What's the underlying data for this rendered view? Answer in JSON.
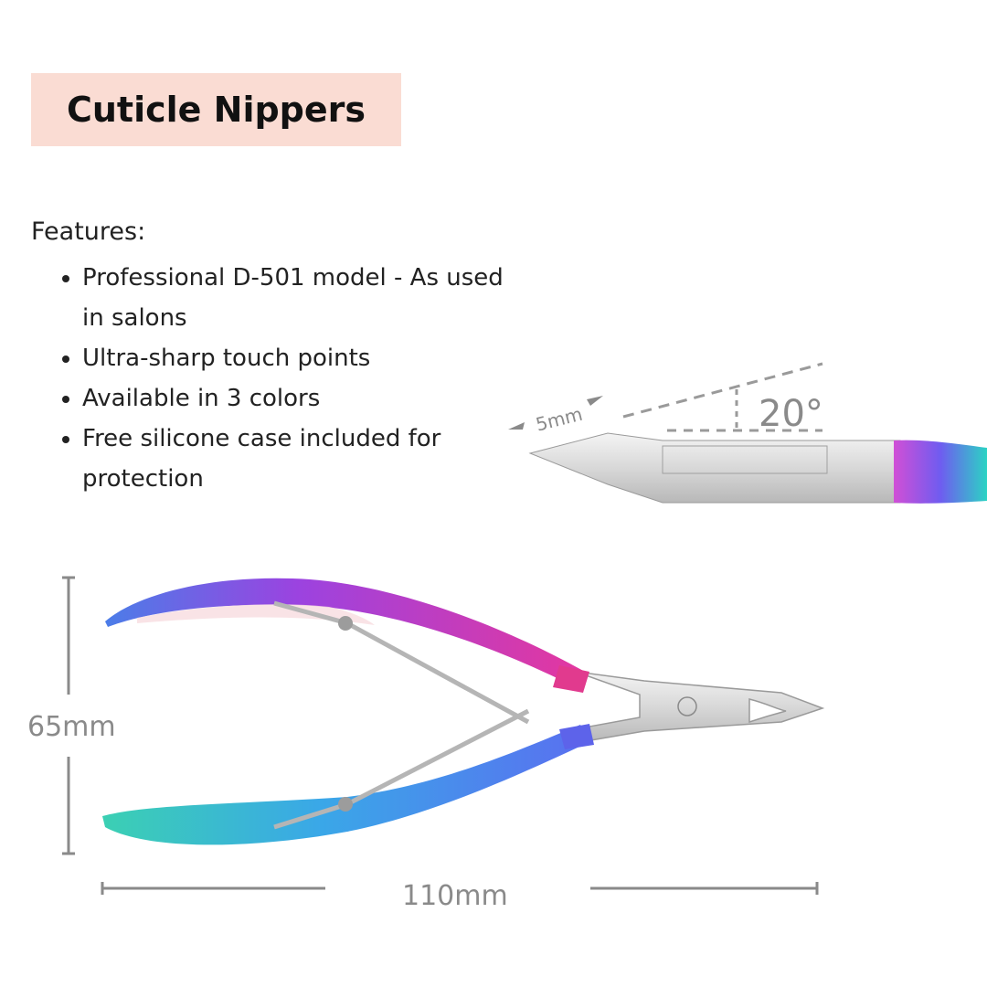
{
  "title": "Cuticle Nippers",
  "features": {
    "heading": "Features:",
    "items": [
      "Professional D-501 model - As used in salons",
      "Ultra-sharp touch points",
      "Available in 3 colors",
      "Free silicone case included for protection"
    ]
  },
  "dimensions": {
    "tip_length": "5mm",
    "angle": "20°",
    "height": "65mm",
    "length": "110mm"
  },
  "colors": {
    "title_bg": "#fadcd3",
    "text": "#222222",
    "dimension": "#8a8a8a"
  }
}
